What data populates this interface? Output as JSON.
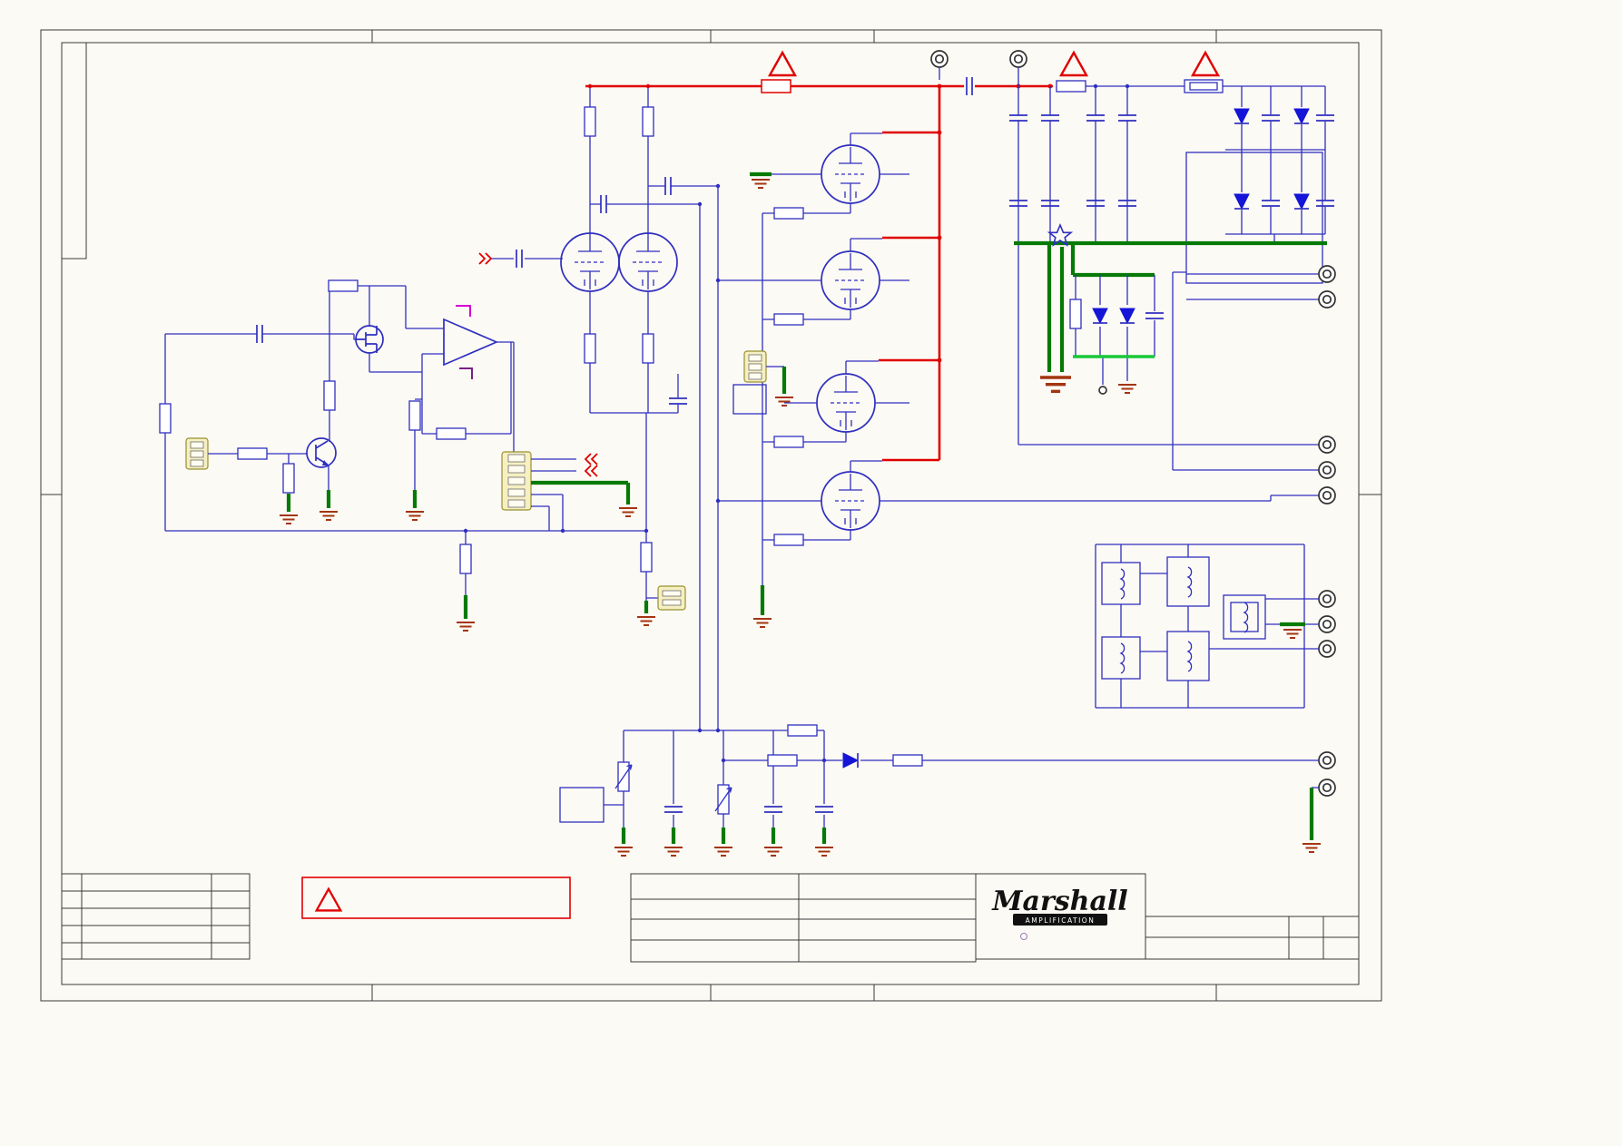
{
  "document": {
    "kind": "Amplifier circuit schematic sheet",
    "background_color": "#fcfaf4"
  },
  "colors": {
    "signal_wire": "#2f2fc0",
    "ht_power_rail": "#e00000",
    "ground_bus": "#067a06",
    "secondary_ground_bus": "#18c838",
    "ground_symbol": "#a33510",
    "component_body": "#ffffff",
    "connector_body": "#f6efc2",
    "diode_fill": "#1515d8",
    "opamp_rail_magenta": "#d400d4",
    "warning_red": "#e00000",
    "frame": "#3a3a3a"
  },
  "title_block": {
    "brand": "Marshall",
    "brand_subtitle": "AMPLIFICATION"
  },
  "symbols": {
    "warning_triangle_count": 4,
    "vacuum_tube_count": 6,
    "output_jack_count": 12
  }
}
